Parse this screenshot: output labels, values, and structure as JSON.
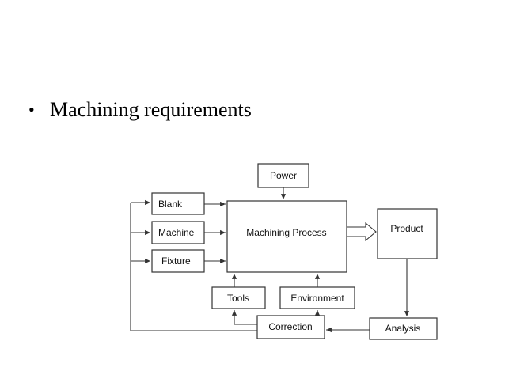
{
  "slide": {
    "bullet": "•",
    "heading": "Machining requirements"
  },
  "diagram": {
    "power": "Power",
    "blank": "Blank",
    "machine": "Machine",
    "fixture": "Fixture",
    "process": "Machining Process",
    "product": "Product",
    "tools": "Tools",
    "environment": "Environment",
    "correction": "Correction",
    "analysis": "Analysis"
  }
}
